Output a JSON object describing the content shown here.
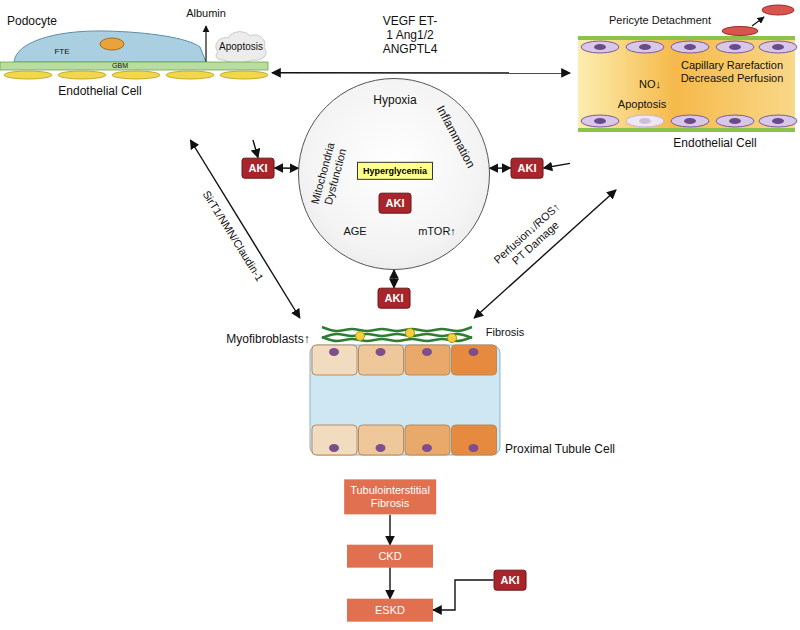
{
  "diagram": {
    "nodes": [
      {
        "text": [
          "Podocyte",
          "FTE",
          "Albumin",
          "Apoptosis",
          "GBM",
          "Endothelial Cell"
        ]
      },
      {
        "text": [
          "AKI"
        ]
      },
      {
        "text": [
          "Hypoxia",
          "Inflammation",
          "mTOR↑",
          "AGE",
          "Mitochondria Dysfunction"
        ]
      },
      {
        "text": [
          "Hyperglycemia"
        ],
        "in": 2
      },
      {
        "text": [
          "AKI"
        ],
        "in": 2
      },
      {
        "text": [
          "AKI"
        ]
      },
      {
        "text": [
          "Pericyte Detachment",
          "Capillary Rarefaction Decreased Perfusion",
          "NO↓",
          "Apoptosis",
          "Endothelial Cell"
        ]
      },
      {
        "text": [
          "AKI"
        ]
      },
      {
        "text": [
          "Fibrosis",
          "Myofibroblasts↑",
          "Proximal Tubule Cell"
        ]
      },
      {
        "text": [
          "Tubulointerstitial Fibrosis"
        ]
      },
      {
        "text": [
          "CKD"
        ]
      },
      {
        "text": [
          "ESKD"
        ]
      },
      {
        "text": [
          "AKI"
        ]
      }
    ],
    "edges": [
      {
        "from": 0,
        "to": 6,
        "arrow": "both",
        "label": "VEGF ET-1 Ang1/2 ANGPTL4"
      },
      {
        "from": 0,
        "to": 1,
        "arrow": "to"
      },
      {
        "from": 1,
        "to": 2,
        "arrow": "both"
      },
      {
        "from": 6,
        "to": 5,
        "arrow": "to"
      },
      {
        "from": 5,
        "to": 2,
        "arrow": "both"
      },
      {
        "from": 0,
        "to": 8,
        "arrow": "both",
        "label": "SirT1/NMN/Claudin-1"
      },
      {
        "from": 6,
        "to": 8,
        "arrow": "both",
        "label": "Perfusion↓/ROS↑ PT Damage"
      },
      {
        "from": 2,
        "to": 7,
        "arrow": "both"
      },
      {
        "from": 9,
        "to": 10,
        "arrow": "to"
      },
      {
        "from": 10,
        "to": 11,
        "arrow": "to"
      },
      {
        "from": 12,
        "to": 11,
        "arrow": "to"
      }
    ]
  }
}
